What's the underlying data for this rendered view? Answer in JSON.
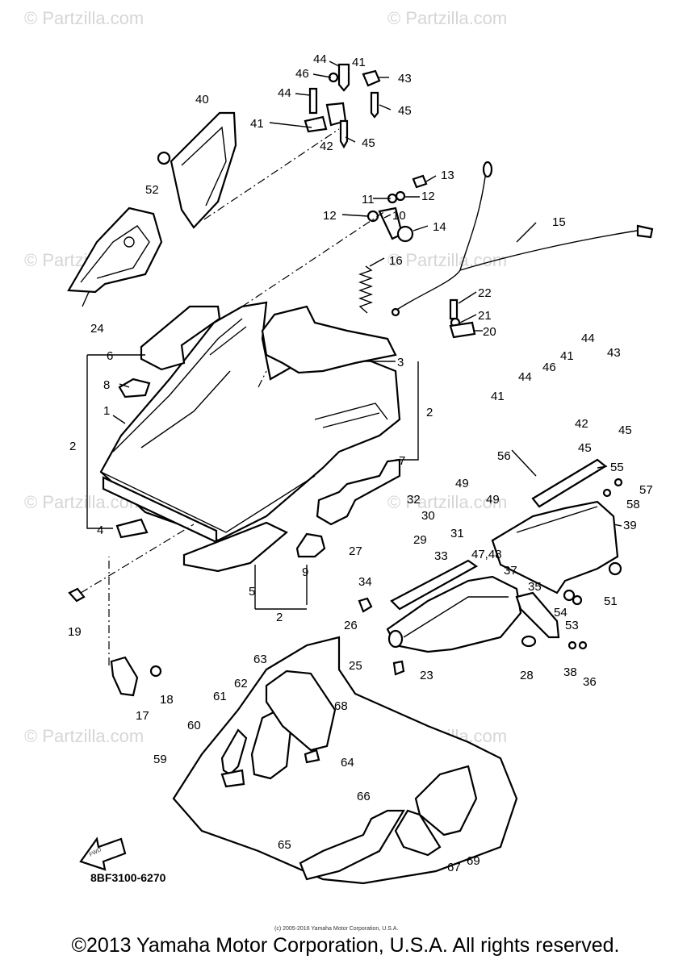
{
  "watermarks": [
    "© Partzilla.com",
    "© Partzilla.com",
    "© Partzilla.com",
    "© Partzilla.com",
    "© Partzilla.com",
    "© Partzilla.com",
    "© Partzilla.com",
    "© Partzilla.com"
  ],
  "drawing_code": "8BF3100-6270",
  "fwd_label": "FWD",
  "small_credit": "(c) 2005-2016 Yamaha Motor Corporation, U.S.A.",
  "copyright": "©2013 Yamaha Motor Corporation, U.S.A. All rights reserved.",
  "callouts": [
    "44",
    "41",
    "46",
    "43",
    "44",
    "45",
    "40",
    "41",
    "42",
    "45",
    "52",
    "13",
    "11",
    "12",
    "12",
    "10",
    "14",
    "15",
    "16",
    "24",
    "22",
    "21",
    "20",
    "6",
    "3",
    "8",
    "44",
    "46",
    "41",
    "43",
    "44",
    "1",
    "41",
    "42",
    "45",
    "2",
    "2",
    "45",
    "7",
    "56",
    "55",
    "57",
    "49",
    "58",
    "32",
    "30",
    "49",
    "31",
    "39",
    "4",
    "27",
    "29",
    "33",
    "47,48",
    "37",
    "35",
    "34",
    "51",
    "54",
    "26",
    "53",
    "19",
    "9",
    "5",
    "2",
    "25",
    "28",
    "38",
    "36",
    "23",
    "63",
    "17",
    "18",
    "62",
    "68",
    "61",
    "60",
    "64",
    "59",
    "66",
    "65",
    "67",
    "69"
  ]
}
